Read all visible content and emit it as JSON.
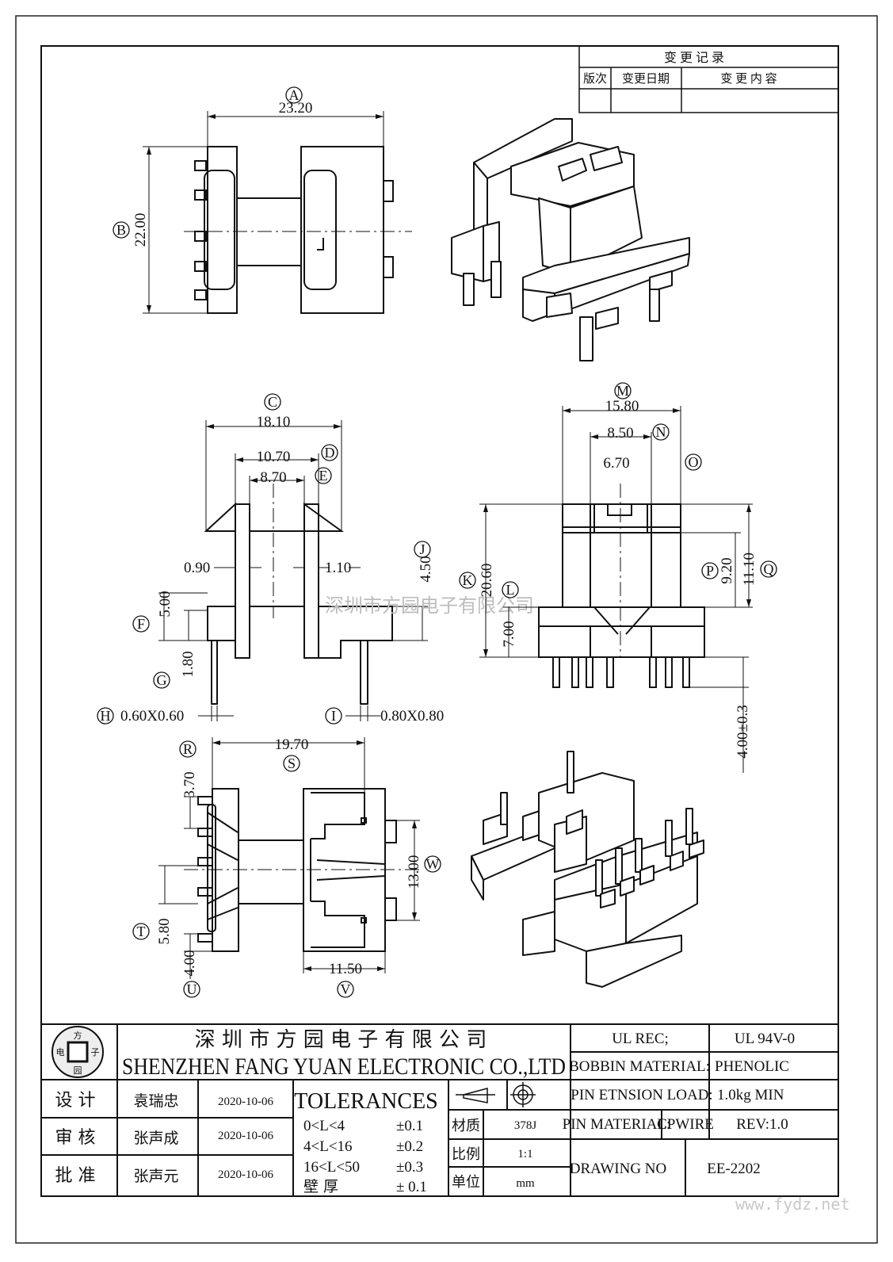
{
  "change_record": {
    "title": "变 更 记 录",
    "col_version": "版次",
    "col_date": "变更日期",
    "col_content": "变 更 内 容"
  },
  "views": {
    "top": {
      "dims": {
        "a": "23.20",
        "b": "22.00"
      },
      "labels": {
        "a": "A",
        "b": "B"
      }
    },
    "front": {
      "dims": {
        "c": "18.10",
        "d": "10.70",
        "e": "8.70",
        "left_wall": "0.90",
        "right_wall": "1.10",
        "j": "4.50",
        "f": "5.00",
        "g": "1.80",
        "h": "0.60X0.60",
        "i": "0.80X0.80"
      },
      "labels": {
        "c": "C",
        "d": "D",
        "e": "E",
        "j": "J",
        "f": "F",
        "g": "G",
        "h": "H",
        "i": "I"
      }
    },
    "side": {
      "dims": {
        "m": "15.80",
        "n": "8.50",
        "o": "6.70",
        "k": "20.60",
        "l": "7.00",
        "p": "9.20",
        "q": "11.10",
        "pin": "4.00±0.3"
      },
      "labels": {
        "m": "M",
        "n": "N",
        "o": "O",
        "k": "K",
        "l": "L",
        "p": "P",
        "q": "Q"
      }
    },
    "bottom": {
      "dims": {
        "s": "19.70",
        "r": "3.70",
        "t": "5.80",
        "u": "4.00",
        "w": "13.00",
        "v": "11.50"
      },
      "labels": {
        "s": "S",
        "r": "R",
        "t": "T",
        "u": "U",
        "w": "W",
        "v": "V"
      }
    }
  },
  "watermark": "深圳市方园电子有限公司",
  "title_block": {
    "logo": {
      "top": "方",
      "left": "电",
      "right": "子",
      "bottom": "园"
    },
    "company_cn": "深 圳 市 方 园 电 子 有 限 公 司",
    "company_en": "SHENZHEN FANG YUAN ELECTRONIC CO.,LTD",
    "ul_rec": "UL REC;",
    "ul_value": "UL  94V-0",
    "bobbin_material_label": "BOBBIN MATERIAL:",
    "bobbin_material": "PHENOLIC",
    "pin_load_label": "PIN ETNSION LOAD:",
    "pin_load": "1.0kg MIN",
    "pin_material_label": "PIN MATERIAL:",
    "pin_material": "CPWIRE",
    "rev": "REV:1.0",
    "drawing_no_label": "DRAWING NO",
    "drawing_no": "EE-2202",
    "people": [
      {
        "role": "设  计",
        "name": "袁瑞忠",
        "date": "2020-10-06"
      },
      {
        "role": "审  核",
        "name": "张声成",
        "date": "2020-10-06"
      },
      {
        "role": "批  准",
        "name": "张声元",
        "date": "2020-10-06"
      }
    ],
    "tolerances": {
      "title": "TOLERANCES",
      "rows": [
        {
          "range": "0<L<4",
          "tol": "±0.1"
        },
        {
          "range": "4<L<16",
          "tol": "±0.2"
        },
        {
          "range": "16<L<50",
          "tol": "±0.3"
        },
        {
          "range": "壁 厚",
          "tol": "± 0.1"
        }
      ]
    },
    "material_label": "材质",
    "material": "378J",
    "scale_label": "比例",
    "scale": "1:1",
    "unit_label": "单位",
    "unit": "mm"
  },
  "site_watermark": "www.fydz.net"
}
